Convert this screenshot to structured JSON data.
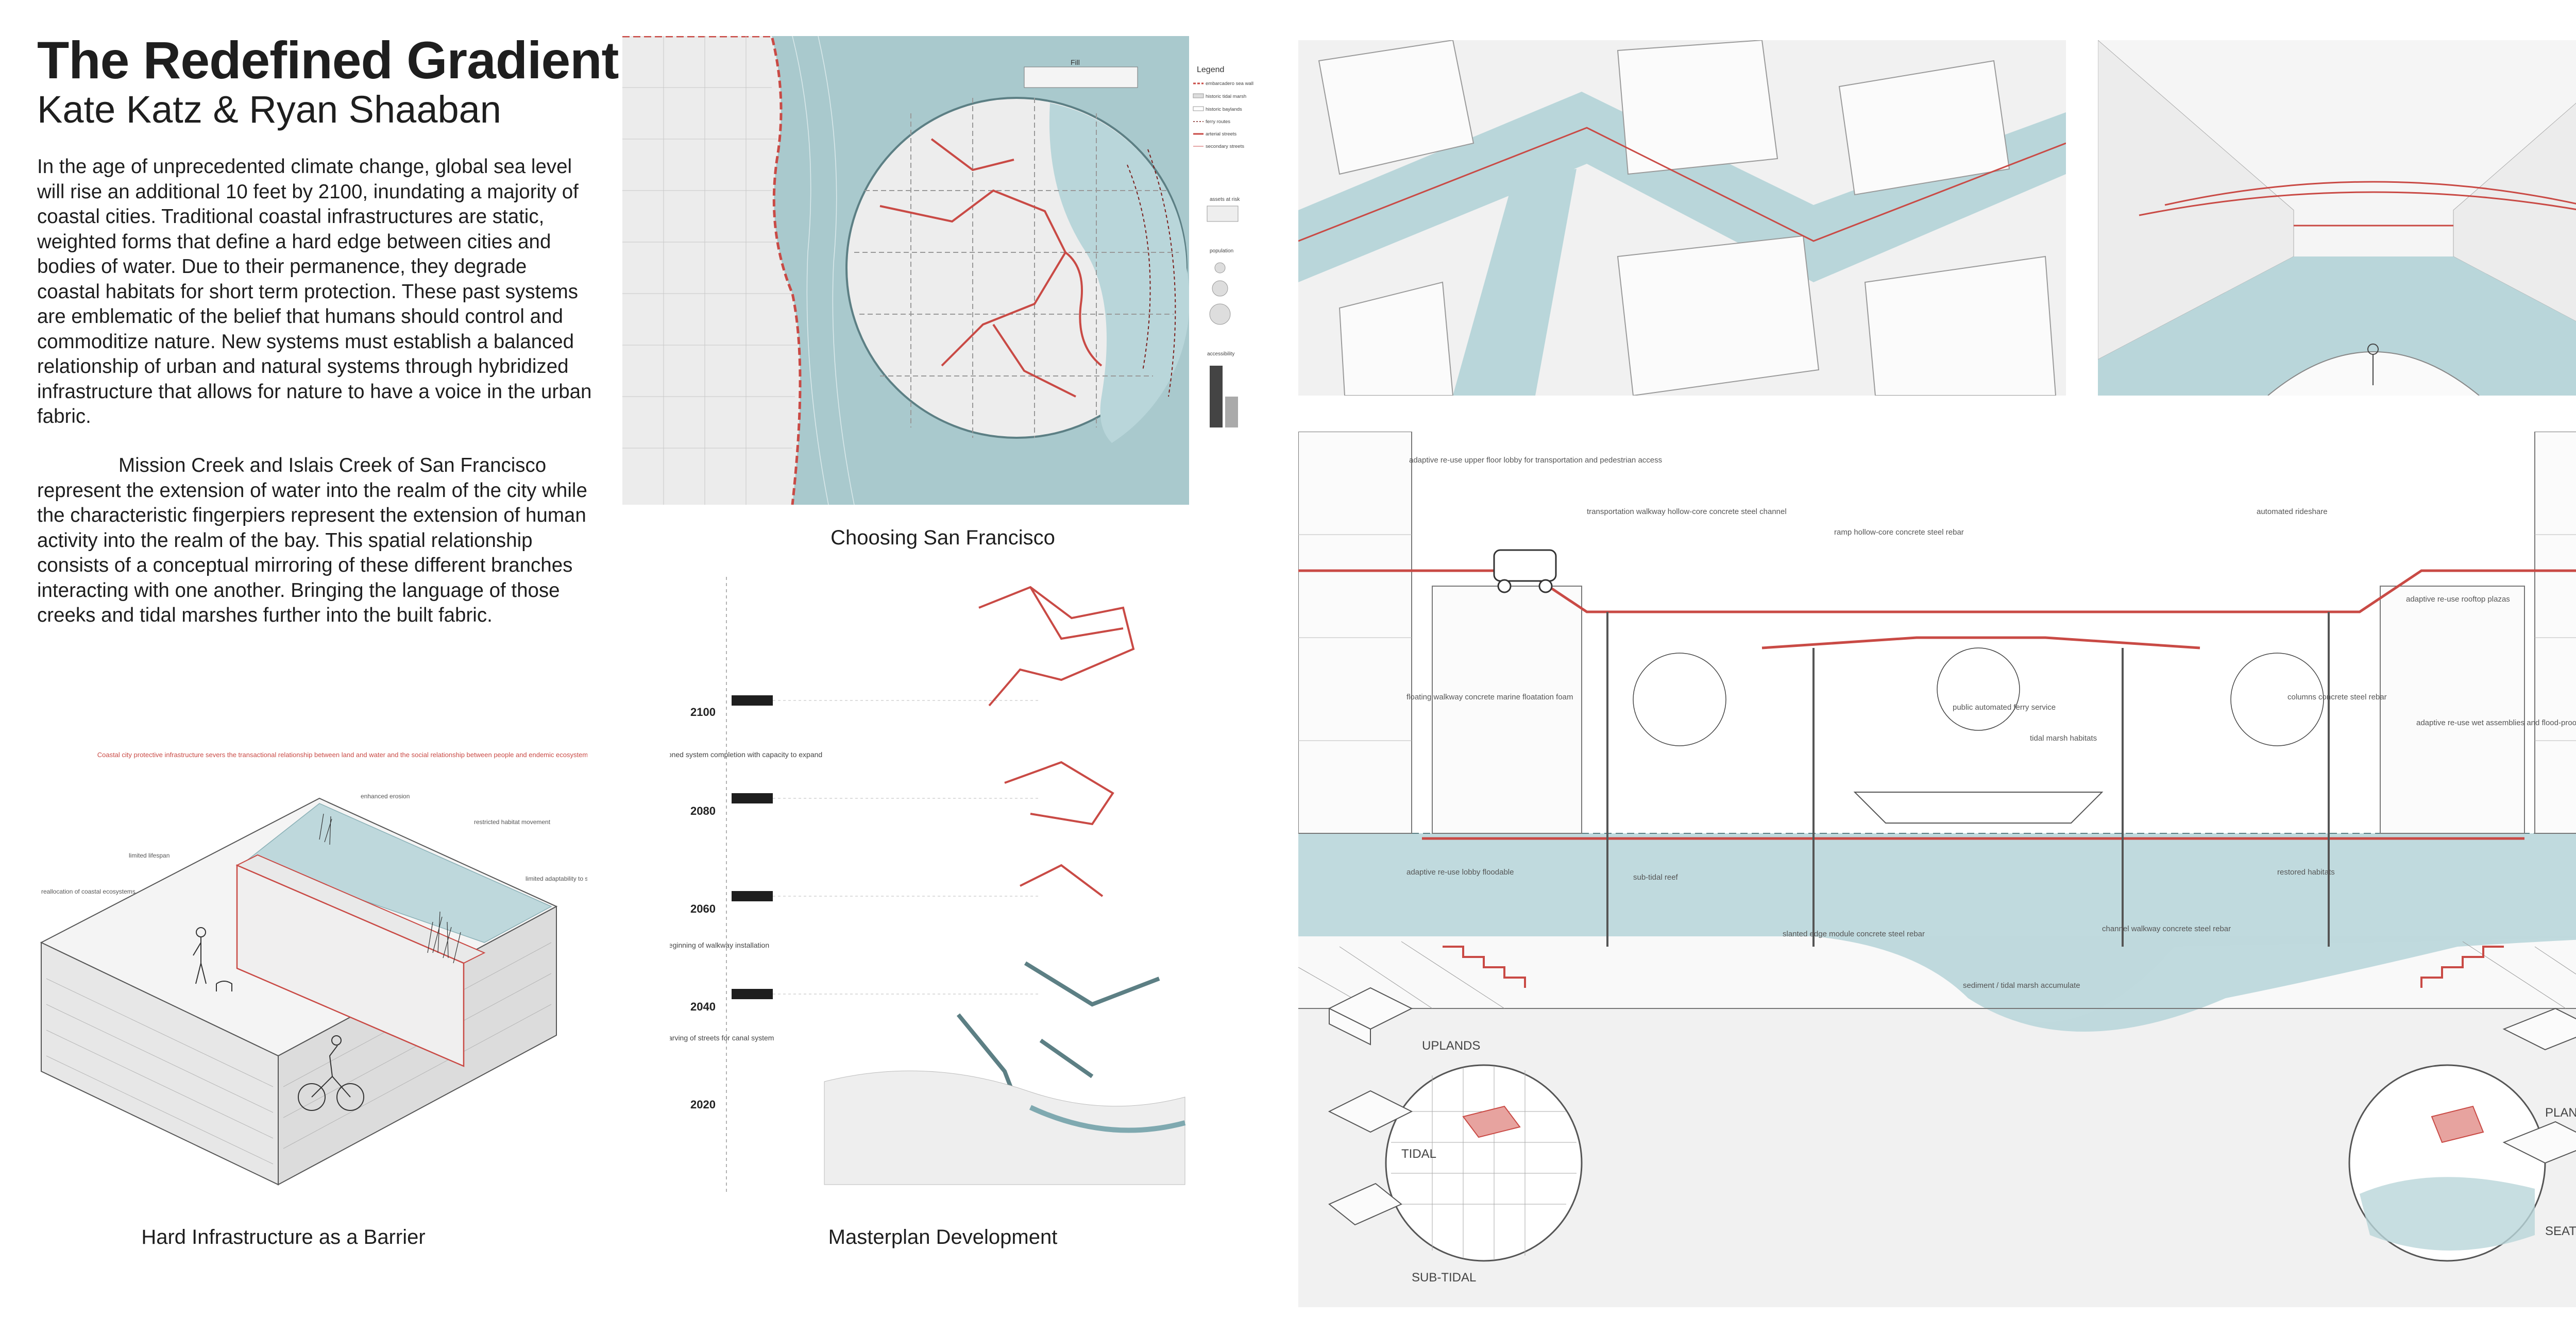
{
  "header": {
    "title": "The Redefined Gradient",
    "authors": "Kate Katz & Ryan Shaaban"
  },
  "intro": {
    "paragraph_1": "In the age of unprecedented climate change, global sea level will rise an additional 10 feet by 2100, inundating a majority of coastal cities. Traditional coastal infrastructures are static, weighted forms that define a hard edge between cities and bodies of water. Due to their permanence, they degrade coastal habitats for short term protection. These past systems are emblematic of the belief that humans should control and commoditize nature.  New systems must establish a balanced relationship of urban and natural systems through hybridized infrastructure that allows for nature to have a voice in the urban fabric.",
    "paragraph_2": "Mission Creek and Islais Creek of San Francisco represent the extension of water into the realm of the city while the characteristic fingerpiers represent the extension of human activity into the realm of the bay. This spatial relationship consists of a conceptual mirroring of these different branches interacting with one another. Bringing the language of those creeks and tidal marshes further into the built fabric."
  },
  "captions": {
    "barrier": "Hard Infrastructure as a Barrier",
    "map": "Choosing San Francisco",
    "masterplan": "Masterplan Development"
  },
  "map_panel": {
    "fill_label": "Fill",
    "legend_title": "Legend",
    "legend_items": [
      "embarcadero sea wall",
      "historic tidal marsh",
      "historic baylands",
      "ferry routes",
      "arterial streets",
      "secondary streets"
    ],
    "assets_label": "assets at risk",
    "population_label": "population",
    "accessibility_label": "accessibility"
  },
  "barrier_panel": {
    "note": "Coastal city protective infrastructure severs the transactional relationship between land and water and the social relationship between people and endemic ecosystems.",
    "labels": [
      "enhanced erosion",
      "restricted habitat movement",
      "limited lifespan",
      "reallocation of coastal ecosystems",
      "limited adaptability to sea level rise"
    ]
  },
  "masterplan": {
    "years": [
      "2100",
      "2080",
      "2060",
      "2040",
      "2020"
    ],
    "notes": [
      "envisioned system completion with capacity to expand",
      "beginning of walkway installation",
      "carving of streets for canal system"
    ]
  },
  "section_labels": {
    "adaptive_upper": "adaptive re-use upper floor lobby for transportation and pedestrian access",
    "walkway": "transportation walkway hollow-core concrete steel channel",
    "ramp": "ramp hollow-core concrete steel rebar",
    "rideshare": "automated rideshare",
    "rooftop": "adaptive re-use rooftop plazas",
    "floating": "floating walkway concrete marine floatation foam",
    "ferry": "public automated ferry service",
    "tidal_marsh": "tidal marsh habitats",
    "columns": "columns concrete steel rebar",
    "flood": "adaptive re-use wet assemblies and flood-proofing high risk building levels",
    "lobby": "adaptive re-use lobby floodable",
    "subtidal": "sub-tidal reef",
    "slanted": "slanted edge module concrete steel rebar",
    "channel": "channel walkway concrete steel rebar",
    "restored": "restored habitats",
    "sediment": "sediment / tidal marsh accumulate"
  },
  "modules": {
    "uplands": "UPLANDS",
    "tidal": "TIDAL",
    "subtidal": "SUB-TIDAL",
    "planting": "PLANTING",
    "seating": "SEATING"
  },
  "colors": {
    "water": "#b9d6da",
    "water_dark": "#7fa9b0",
    "accent_red": "#c94a45",
    "line_gray": "#8a8a8a",
    "building": "#f1f1f1"
  }
}
